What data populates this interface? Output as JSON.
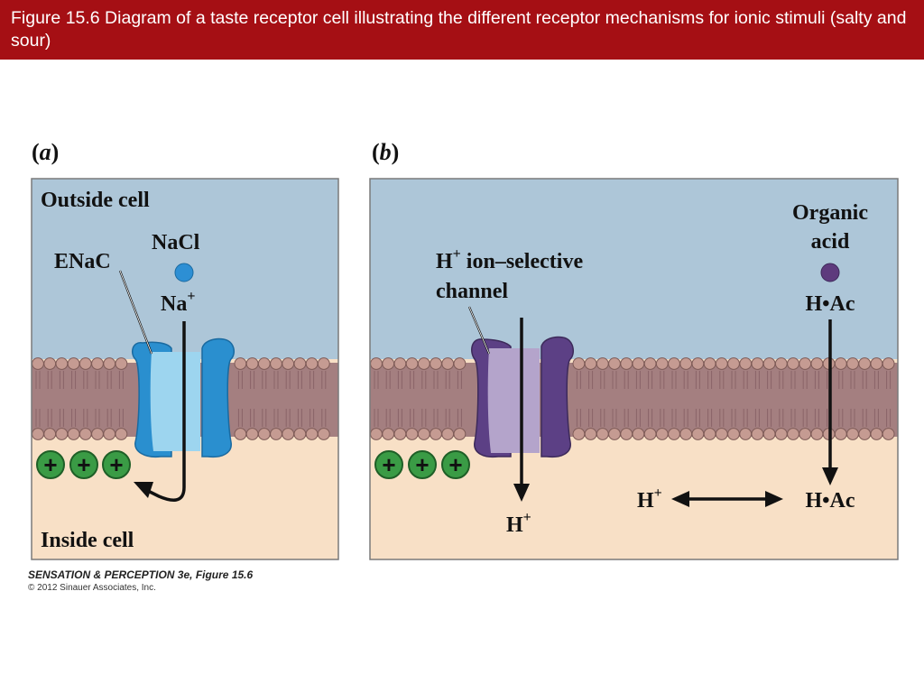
{
  "slide_title": "Figure 15.6  Diagram of a taste receptor cell illustrating the different receptor mechanisms for ionic stimuli (salty and sour)",
  "colors": {
    "title_bar": "#a50f14",
    "outside": "#adc6d8",
    "inside": "#f8e0c6",
    "membrane": "#a47f80",
    "lipid_head": "#c59b92",
    "enac_channel": "#2a8fcf",
    "enac_pore": "#9dd5ef",
    "h_channel": "#5c4085",
    "h_pore": "#b4a4cb",
    "cation": "#3a9b45",
    "na_ion": "#2d8fd4",
    "acid": "#5e3a7d"
  },
  "panel_a": {
    "label_letter": "a",
    "outside_label": "Outside cell",
    "inside_label": "Inside cell",
    "compound_label": "NaCl",
    "channel_label": "ENaC",
    "ion_label_base": "Na",
    "ion_label_sup": "+",
    "cations_symbol": "+"
  },
  "panel_b": {
    "label_letter": "b",
    "channel_label_line1_base": "H",
    "channel_label_line1_sup": "+",
    "channel_label_line1_rest": " ion–selective",
    "channel_label_line2": "channel",
    "acid_label_line1": "Organic",
    "acid_label_line2": "acid",
    "acid_formula": "H•Ac",
    "inside_acid_formula": "H•Ac",
    "proton_base": "H",
    "proton_sup": "+",
    "cations_symbol": "+"
  },
  "credit": {
    "line1": "SENSATION & PERCEPTION 3e, Figure 15.6",
    "line2": "© 2012 Sinauer Associates, Inc."
  }
}
